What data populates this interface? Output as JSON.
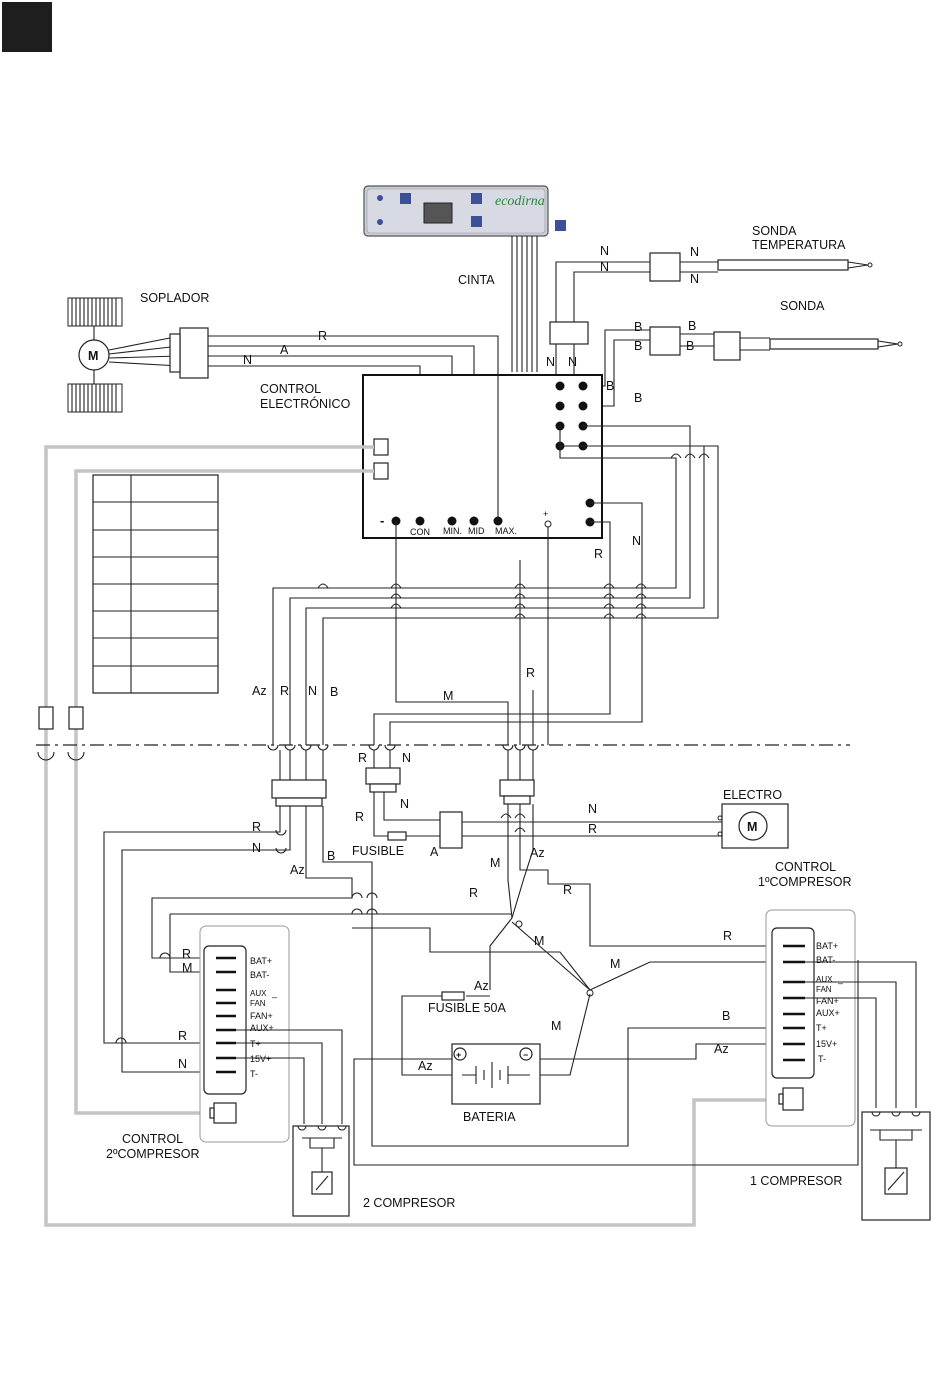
{
  "diagram": {
    "labels": {
      "soplador": "SOPLADOR",
      "cinta": "CINTA",
      "sonda_temperatura_1": "SONDA",
      "sonda_temperatura_2": "TEMPERATURA",
      "sonda": "SONDA",
      "control_electronico_1": "CONTROL",
      "control_electronico_2": "ELECTRÓNICO",
      "electro": "ELECTRO",
      "control_1_compresor_1": "CONTROL",
      "control_1_compresor_2": "1ºCOMPRESOR",
      "control_2_compresor_1": "CONTROL",
      "control_2_compresor_2": "2ºCOMPRESOR",
      "fusible": "FUSIBLE",
      "fusible_50a": "FUSIBLE 50A",
      "bateria": "BATERIA",
      "compresor_1": "1 COMPRESOR",
      "compresor_2": "2 COMPRESOR",
      "panel_brand": "ecodirna",
      "motor": "M"
    },
    "terminals_control": {
      "minus": "-",
      "plus": "+",
      "con": "CON",
      "min": "MIN.",
      "mid": "MID",
      "max": "MAX."
    },
    "compressor_terminals": {
      "bat_plus": "BAT+",
      "bat_minus": "BAT-",
      "aux": "AUX",
      "fan": "FAN",
      "fan_minus": "–",
      "fan_plus": "FAN+",
      "aux_plus": "AUX+",
      "t_plus": "T+",
      "v15_plus": "15V+",
      "t_minus": "T-"
    },
    "wire_codes": {
      "R": "R",
      "A": "A",
      "N": "N",
      "B": "B",
      "Az": "Az",
      "M": "M"
    }
  }
}
